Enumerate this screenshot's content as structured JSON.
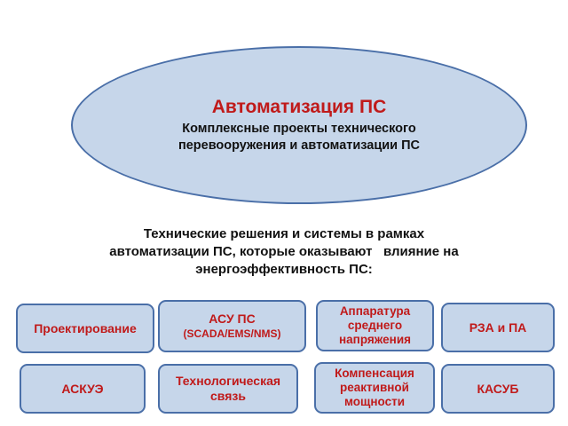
{
  "main": {
    "title": "Автоматизация ПС",
    "subtitle_line1": "Комплексные проекты технического",
    "subtitle_line2": "перевооружения и автоматизации ПС"
  },
  "caption": {
    "line1": "Технические решения и системы в рамках",
    "line2": "автоматизации ПС, которые оказывают   влияние на",
    "line3": "энергоэффективность ПС:"
  },
  "boxes": {
    "design": "Проектирование",
    "asu_line1": "АСУ ПС",
    "asu_line2": "(SCADA/EMS/NMS)",
    "apparatus_line1": "Аппаратура",
    "apparatus_line2": "среднего",
    "apparatus_line3": "напряжения",
    "rza": "РЗА и ПА",
    "askue": "АСКУЭ",
    "tech_line1": "Технологическая",
    "tech_line2": "связь",
    "comp_line1": "Компенсация",
    "comp_line2": "реактивной",
    "comp_line3": "мощности",
    "kasub": "КАСУБ"
  },
  "colors": {
    "fill": "#c6d6ea",
    "border": "#4a6fa8",
    "accent_text": "#c01a1a"
  }
}
